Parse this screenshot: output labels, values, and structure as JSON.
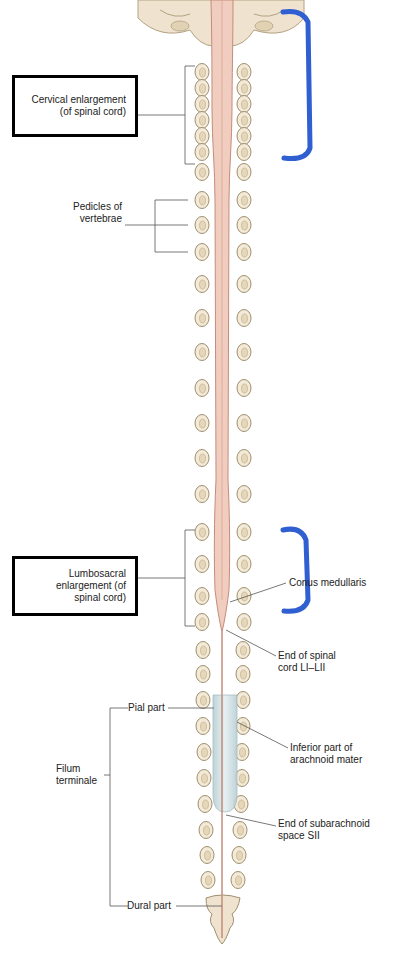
{
  "diagram": {
    "nodes": [
      {
        "text": [
          "Cervical enlargement (of spinal cord)"
        ]
      },
      {
        "text": [
          "Lumbosacral enlargement (of spinal cord)"
        ]
      }
    ],
    "labels": [
      "Pedicles of vertebrae",
      "Conus medullaris",
      "End of spinal cord LI–LII",
      "Pial part",
      "Inferior part of arachnoid mater",
      "Filum terminale",
      "End of subarachnoid space SII",
      "Dural part"
    ]
  }
}
